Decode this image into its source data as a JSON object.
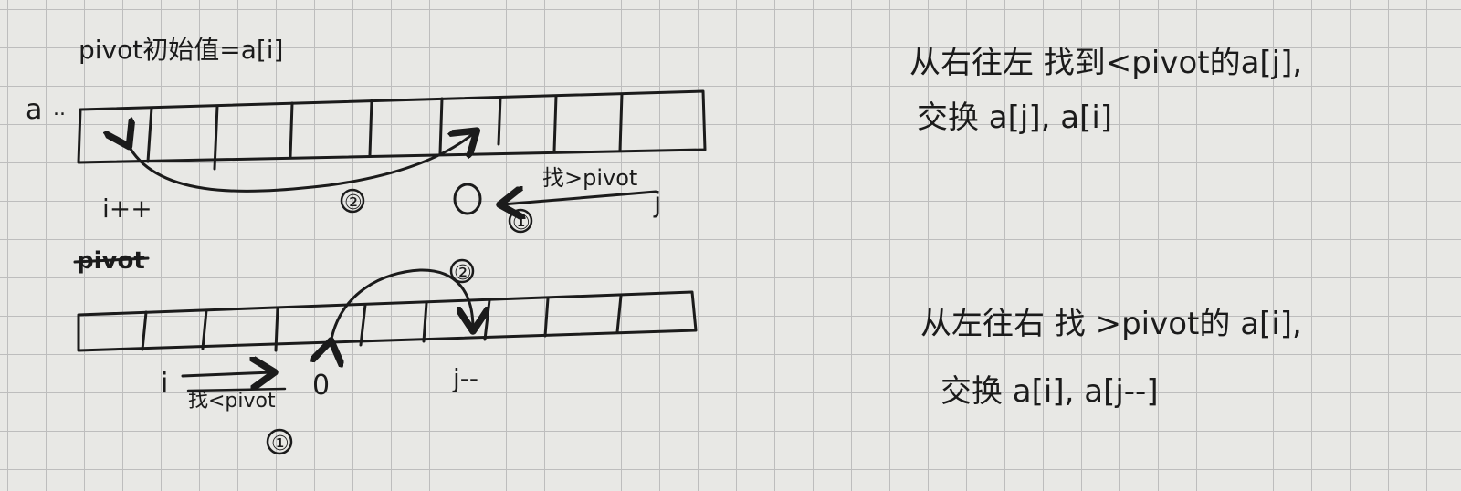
{
  "top_diagram": {
    "pivot_label": "pivot初始值=a[i]",
    "array_name": "a",
    "i_label": "i++",
    "zero_label": "0",
    "step1_label": "①",
    "step2_label": "②",
    "move_label": "找>pivot",
    "j_label": "j"
  },
  "bottom_diagram": {
    "struck_label": "pivot",
    "i_label": "i",
    "move_label": "找<pivot",
    "step1_label": "①",
    "zero_label": "0",
    "j_label": "j--",
    "step2_label": "②"
  },
  "notes": {
    "top_line1": "从右往左 找到<pivot的a[j],",
    "top_line2": "交换 a[j], a[i]",
    "bottom_line1": "从左往右 找 >pivot的 a[i],",
    "bottom_line2": "交换 a[i], a[j--]"
  },
  "colors": {
    "ink": "#1b1b1b",
    "paper": "#e8e8e5",
    "grid": "#bdbdbd"
  }
}
